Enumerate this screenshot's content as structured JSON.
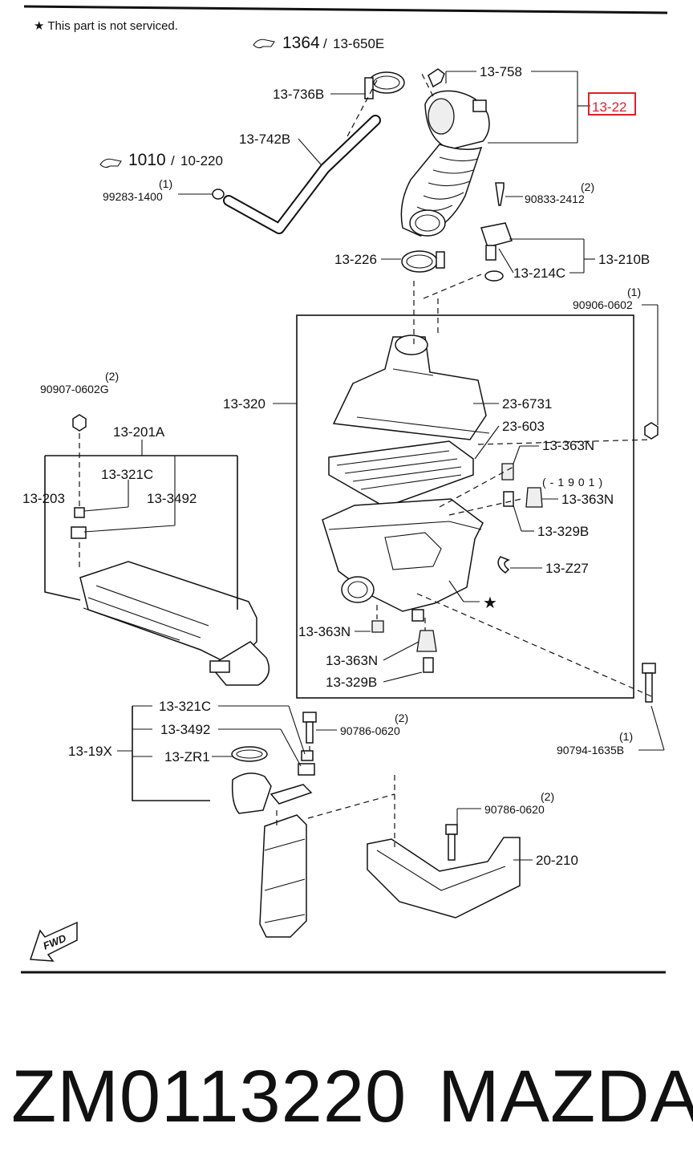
{
  "note": "This part is not serviced.",
  "refs": {
    "r1364": "1364",
    "r1364_sub": "13-650E",
    "r1010": "1010",
    "r1010_sub": "10-220"
  },
  "labels": {
    "p13_758": "13-758",
    "p13_22": "13-22",
    "p13_736B": "13-736B",
    "p13_742B": "13-742B",
    "p99283": "99283-1400",
    "p99283_qty": "(1)",
    "p90833": "90833-2412",
    "p90833_qty": "(2)",
    "p13_226": "13-226",
    "p13_210B": "13-210B",
    "p13_214C": "13-214C",
    "p90906": "90906-0602",
    "p90906_qty": "(1)",
    "p90907": "90907-0602G",
    "p90907_qty": "(2)",
    "p13_320": "13-320",
    "p23_6731": "23-6731",
    "p23_603": "23-603",
    "p13_201A": "13-201A",
    "p13_363N_a": "13-363N",
    "p13_321C_a": "13-321C",
    "p13_203": "13-203",
    "p13_3492_a": "13-3492",
    "p_date": "(-1901)",
    "p13_363N_b": "13-363N",
    "p13_329B_a": "13-329B",
    "p13_Z27": "13-Z27",
    "star": "★",
    "p13_363N_c": "13-363N",
    "p13_363N_d": "13-363N",
    "p13_329B_b": "13-329B",
    "p13_321C_b": "13-321C",
    "p90786_a": "90786-0620",
    "p90786_a_qty": "(2)",
    "p13_3492_b": "13-3492",
    "p13_19X": "13-19X",
    "p13_ZR1": "13-ZR1",
    "p90794": "90794-1635B",
    "p90794_qty": "(1)",
    "p90786_b": "90786-0620",
    "p90786_b_qty": "(2)",
    "p20_210": "20-210",
    "fwd": "FWD"
  },
  "footer": {
    "part_number": "ZM0113220",
    "brand": "MAZDA"
  },
  "highlight_color": "#e0202a"
}
